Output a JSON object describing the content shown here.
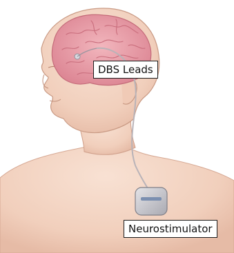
{
  "labels": {
    "dbs_leads": "DBS Leads",
    "neurostimulator": "Neurostimulator"
  },
  "colors": {
    "skin": "#f3d5c3",
    "skin_shadow": "#e2b9a3",
    "skin_outline": "#c99a84",
    "brain": "#e89aa4",
    "brain_fold": "#c96d7c",
    "lead_wire": "#b9b3b8",
    "device": "#c9c9cf",
    "label_border": "#1a1a1a"
  },
  "icons": {
    "brain": "brain-illustration",
    "device": "neurostimulator-device"
  }
}
